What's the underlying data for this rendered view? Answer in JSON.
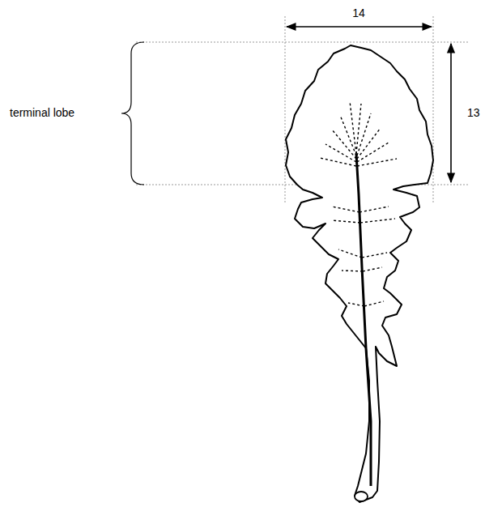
{
  "diagram": {
    "labels": [
      "terminal lobe",
      "14",
      "13"
    ]
  }
}
